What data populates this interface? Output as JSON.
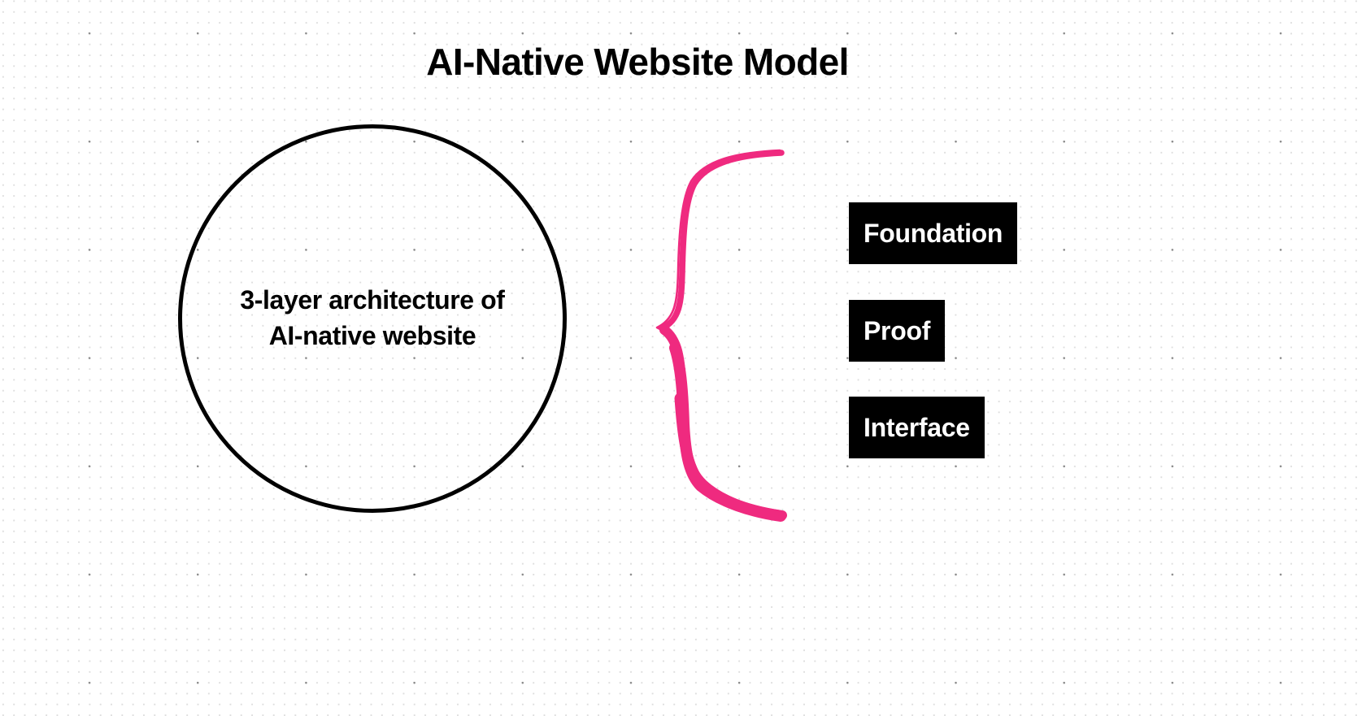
{
  "page": {
    "title": "AI-Native Website Model",
    "background_color": "#ffffff",
    "accent_color": "#ef2a7f",
    "text_color": "#000000"
  },
  "circle": {
    "label": "3-layer architecture of AI-native website",
    "stroke_color": "#000000"
  },
  "brace": {
    "icon_name": "curly-brace",
    "color": "#ef2a7f"
  },
  "layers": [
    {
      "id": "foundation",
      "label": "Foundation"
    },
    {
      "id": "proof",
      "label": "Proof"
    },
    {
      "id": "interface",
      "label": "Interface"
    }
  ]
}
